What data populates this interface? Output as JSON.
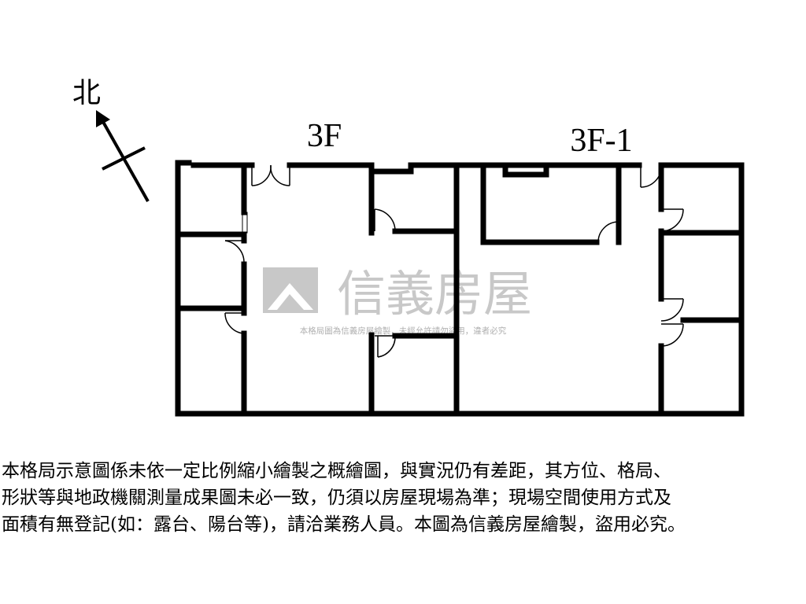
{
  "compass": {
    "label": "北"
  },
  "floors": [
    {
      "label": "3F"
    },
    {
      "label": "3F-1"
    }
  ],
  "watermark": {
    "brand": "信義房屋",
    "notice": "本格局圖為信義房屋繪製，未經允許請勿盜用，違者必究"
  },
  "disclaimer": {
    "lines": [
      "本格局示意圖係未依一定比例縮小繪製之概繪圖，與實況仍有差距，其方位、格局、",
      "形狀等與地政機關測量成果圖未必一致，仍須以房屋現場為準；現場空間使用方式及",
      "面積有無登記(如：露台、陽台等)，請洽業務人員。本圖為信義房屋繪製，盜用必究。"
    ]
  },
  "colors": {
    "wall": "#000000",
    "watermark": "#c8c8c8"
  }
}
